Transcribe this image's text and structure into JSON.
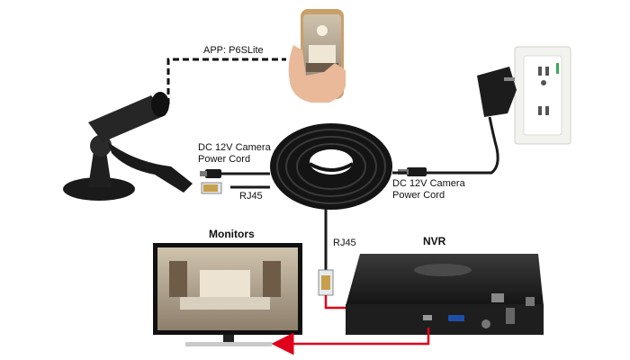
{
  "labels": {
    "app": "APP: P6SLite",
    "camera_cord_line1": "DC 12V Camera",
    "camera_cord_line2": "Power Cord",
    "rj45_camera": "RJ45",
    "adapter_cord_line1": "DC 12V Camera",
    "adapter_cord_line2": "Power Cord",
    "monitors": "Monitors",
    "nvr": "NVR",
    "rj45_nvr": "RJ45"
  },
  "colors": {
    "cable": "#1a1a1a",
    "arrow": "#e0001b",
    "device_body": "#222222",
    "outlet": "#f2f2ee",
    "outlet_accent": "#3aaa55",
    "phone_frame": "#c9a06a"
  },
  "icons": {
    "camera": "bullet-camera-icon",
    "phone": "smartphone-icon",
    "adapter": "power-adapter-icon",
    "outlet": "wall-outlet-icon",
    "monitor": "monitor-icon",
    "nvr": "nvr-recorder-icon",
    "cable_reel": "cable-reel-icon"
  }
}
